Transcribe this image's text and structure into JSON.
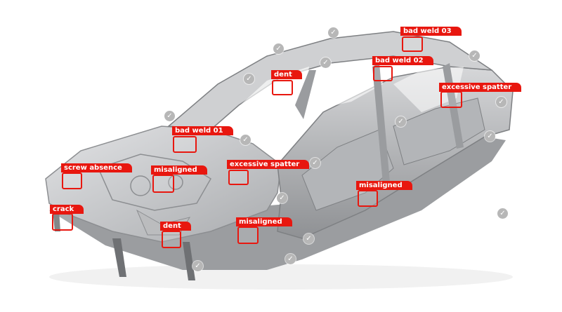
{
  "colors": {
    "accent": "#e8170f",
    "check": "#b7b7b7",
    "body": "#c9cacc"
  },
  "icons": {
    "check": "checkmark-icon"
  },
  "check_glyph": "✓",
  "defects": [
    {
      "label": "bad weld 03"
    },
    {
      "label": "bad weld 02"
    },
    {
      "label": "dent"
    },
    {
      "label": "excessive spatter"
    },
    {
      "label": "bad weld 01"
    },
    {
      "label": "screw absence"
    },
    {
      "label": "misaligned"
    },
    {
      "label": "excessive spatter"
    },
    {
      "label": "misaligned"
    },
    {
      "label": "crack"
    },
    {
      "label": "dent"
    },
    {
      "label": "misaligned"
    }
  ]
}
